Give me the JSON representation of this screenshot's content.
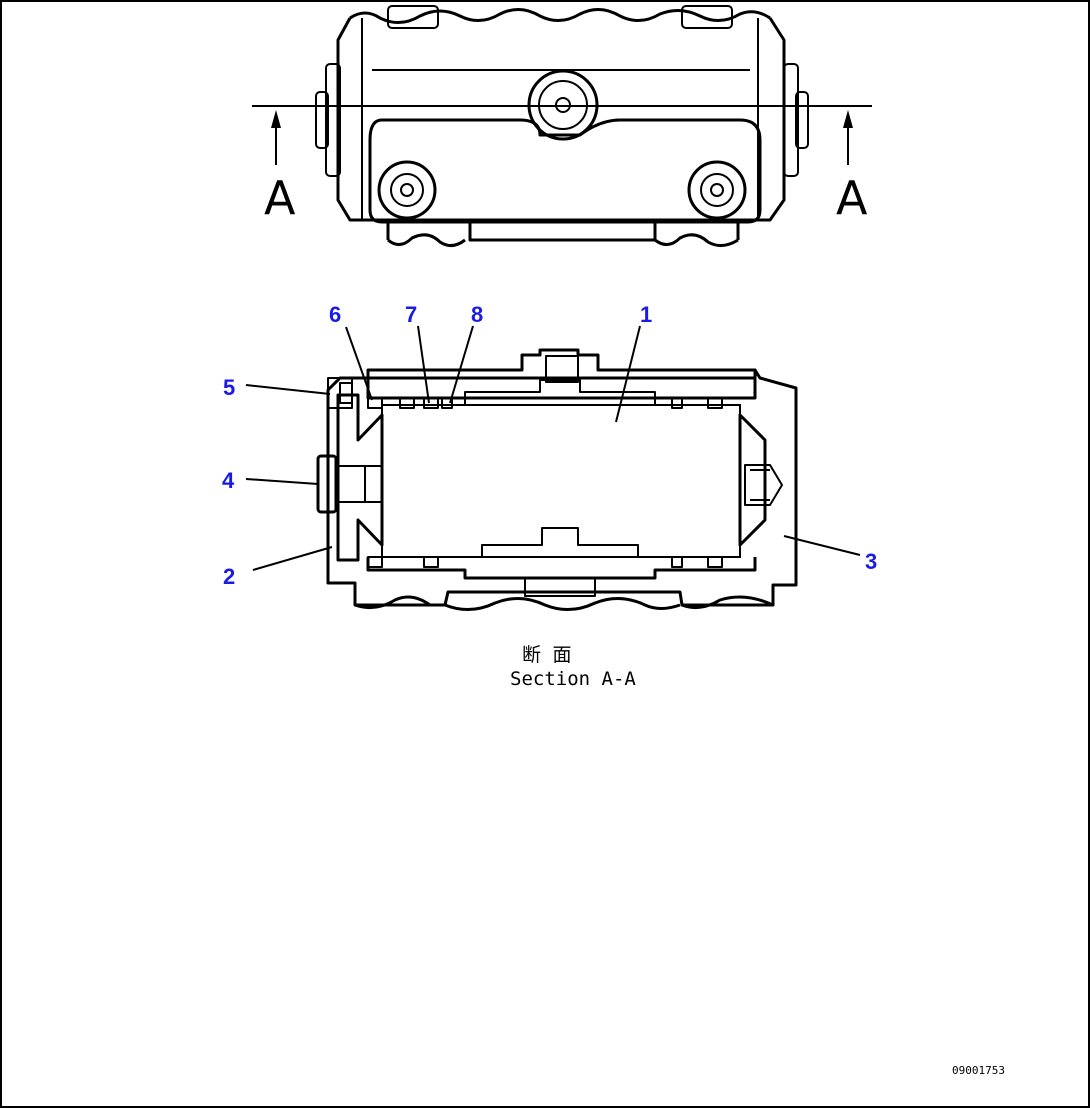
{
  "view_marker": {
    "letter_left": "A",
    "letter_right": "A"
  },
  "callouts": [
    {
      "id": "1",
      "label": "1"
    },
    {
      "id": "2",
      "label": "2"
    },
    {
      "id": "3",
      "label": "3"
    },
    {
      "id": "4",
      "label": "4"
    },
    {
      "id": "5",
      "label": "5"
    },
    {
      "id": "6",
      "label": "6"
    },
    {
      "id": "7",
      "label": "7"
    },
    {
      "id": "8",
      "label": "8"
    }
  ],
  "caption": {
    "japanese": "断 面",
    "english": "Section A-A"
  },
  "drawing_code": "09001753",
  "colors": {
    "callout": "#1a1ae6",
    "line": "#000000",
    "background": "#ffffff"
  }
}
